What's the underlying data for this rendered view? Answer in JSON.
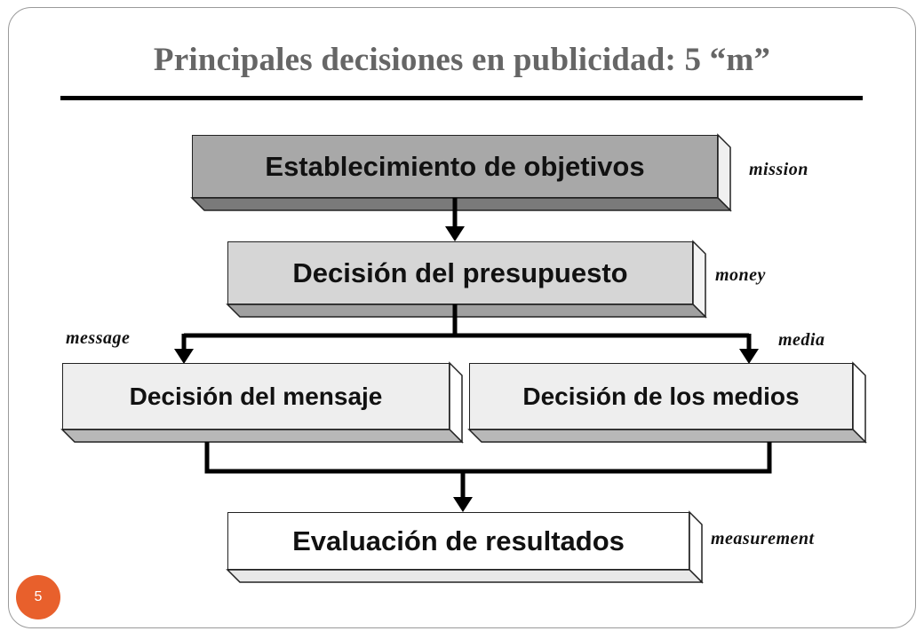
{
  "slide": {
    "title": "Principales decisiones en publicidad: 5 “m”",
    "page_number": "5"
  },
  "diagram": {
    "steps": [
      {
        "label": "Establecimiento de objetivos",
        "tag": "mission",
        "fill": "#a8a8a8"
      },
      {
        "label": "Decisión del presupuesto",
        "tag": "money",
        "fill": "#d6d6d6"
      },
      {
        "label": "Decisión del mensaje",
        "tag": "message",
        "fill": "#eeeeee"
      },
      {
        "label": "Decisión de los medios",
        "tag": "media",
        "fill": "#eeeeee"
      },
      {
        "label": "Evaluación de resultados",
        "tag": "measurement",
        "fill": "#ffffff"
      }
    ]
  },
  "colors": {
    "title": "#666666",
    "accent_badge": "#e8602c",
    "frame_border": "#9a9a9a"
  }
}
